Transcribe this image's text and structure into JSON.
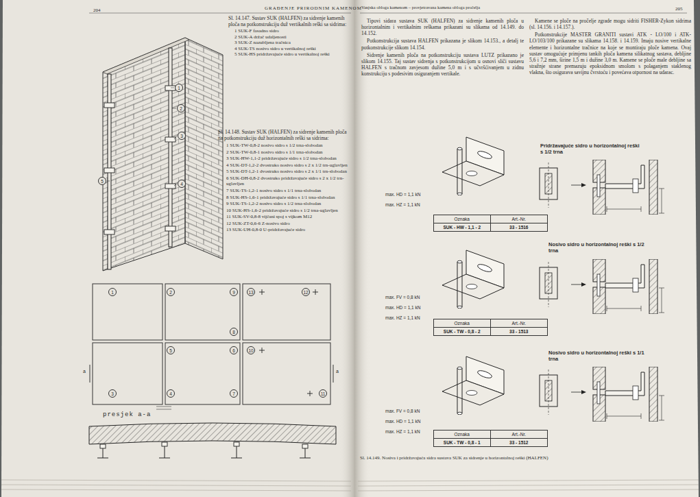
{
  "diagram": {
    "caption": "Sl. 14.149. Nosiva i pridržavajuća sidra sustava SUK za sidrenje u horizontalnoj reški (HALFEN)",
    "nodes": [
      {
        "text": [
          "Oznaka",
          "Art.-Nr.",
          "SUK - HW - 1,1 - 2",
          "33 - 1516"
        ]
      },
      {
        "text": [
          "Oznaka",
          "Art.-Nr.",
          "SUK - TW - 0,8 - 2",
          "33 - 1513"
        ]
      },
      {
        "text": [
          "Oznaka",
          "Art.-Nr.",
          "SUK - TW - 0,8 - 1",
          "33 - 1512"
        ]
      }
    ],
    "labels": [
      "204",
      "GRAĐENJE PRIRODNIM KAMENOM",
      "Sl. 14.147. Sustav SUK (HALFEN) za sidrenje kamenih ploča na potkonstrukciju duž vertikalnih reški sa sidrima:",
      "1 SUK-F fasadno sidro",
      "2 SUK-A držač udaljenosti",
      "3 SUK-Z nazubljena tračnica",
      "4 SUK-TS nosivo sidro u vertikalnoj reški",
      "5 SUK-HS pridržavajuće sidro u vertikalnoj reški",
      "Sl. 14.148. Sustav SUK (HALFEN) za sidrenje kamenih ploča na potkonstrukciju duž horizontalnih reški sa sidrima:",
      "1 SUK-TW-0,8-2 nosivo sidro s 1/2 trna-slobodan",
      "2 SUK-TW-0,8-1 nosivo sidro s 1/1 trna-slobodan",
      "3 SUK-HW-1,1-2 pridržavajuće sidro s 1/2 trna-slobodan",
      "4 SUK-DT-1,2-2 dvostruko nosivo sidro s 2 x 1/2 trn-uglavljen",
      "5 SUK-DT-1,2-1 dvostruko nosivo sidro s 2 x 1/1 trn-slobodan",
      "6 SUK-DH-0,8-2 dvostruko pridržavajuće sidro s 2 x 1/2 trn-uglavljen",
      "7 SUK-TS-1,2-1 nosivo sidro s 1/1 trna-slobodan",
      "8 SUK-HS-1,6-1 pridržavajuće sidro s 1/1 trna-slobodan",
      "9 SUK-TS-1,2-2 nosivo sidro s 1/2 trna-slobodan",
      "10 SUK-HS-1,6-2 pridržavajuće sidro s 1/2 trna-uglavljen",
      "11 SUK-SV-0,8-8 vijčani spoj s vijkom M12",
      "12 SUK-ZT-0,6-6 Z-nosivo sidro",
      "13 SUK-UH-0,8-0 U-pridržavajuće sidro",
      "1",
      "2",
      "3",
      "4",
      "5",
      "1",
      "2",
      "3",
      "4",
      "5",
      "6",
      "7",
      "8",
      "9",
      "10",
      "11",
      "12",
      "13",
      "a",
      "a",
      "presjek a-a",
      "Vanjska obloga kamenom – provjetravana kamena obloga pročelja",
      "205",
      "Tipovi sidara sustava SUK (HALFEN) za sidrenje kamenih ploča u horizontalnim i vertikalnim reškama prikazani su slikama od 14.149. do 14.152.",
      "Potkonstrukcija sustava HALFEN prikazana je slikom 14.153., a detalj te potkonstrukcije slikom 14.154.",
      "Sidrenje kamenih ploča na potkonstrukciju sustava LUTZ prikazano je slikom 14.155. Taj sustav sidrenja s potkonstrukcijom u osnovi sliči sustavu HALFEN s tračnom zavjesom dužine 5,0 m i s učvršćivanjem u zidnu konstrukciju s podesivim osiguranjem vertikale.",
      "Kamene se ploče na pročelje zgrade mogu sidriti FISHER-Zykon sidrima (sl. 14.156. i 14.157.).",
      "Potkonstrukcije MASTER GRANITI sustavi ATK - LO/100 i ATK-LO/103/100 prikazane su slikama 14.158. i 14.159. Imaju nosive vertikalne elemente i horizontalne tračnice na koje se montiraju ploče kamena. Ovaj sustav omogućuje primjenu tankih ploča kamena silikatnog sastava, debljine 5,6 i 7,2 mm, širine 1,5 m i dužine 3,0 m. Kamene se ploče male debljine sa stražnje strane premazuju epoksidnom smolom s polaganjem staklenog vlakna, što osigurava savijnu čvrstoću i povećava otpornost na udarac.",
      "Pridržavajuće sidro u horizontalnoj reški s 1/2 trna",
      "Nosivo sidro u horizontalnoj reški s 1/2 trna",
      "Nosivo sidro u horizontalnoj reški s 1/1 trna",
      "max. HD = 1,1 kN",
      "max. HZ = 1,1 kN",
      "max. FV = 0,8 kN",
      "max. HD = 1,1 kN",
      "max. HZ = 1,1 kN",
      "max. FV = 0,8 kN",
      "max. HD = 1,1 kN",
      "max. HZ = 1,1 kN"
    ]
  }
}
